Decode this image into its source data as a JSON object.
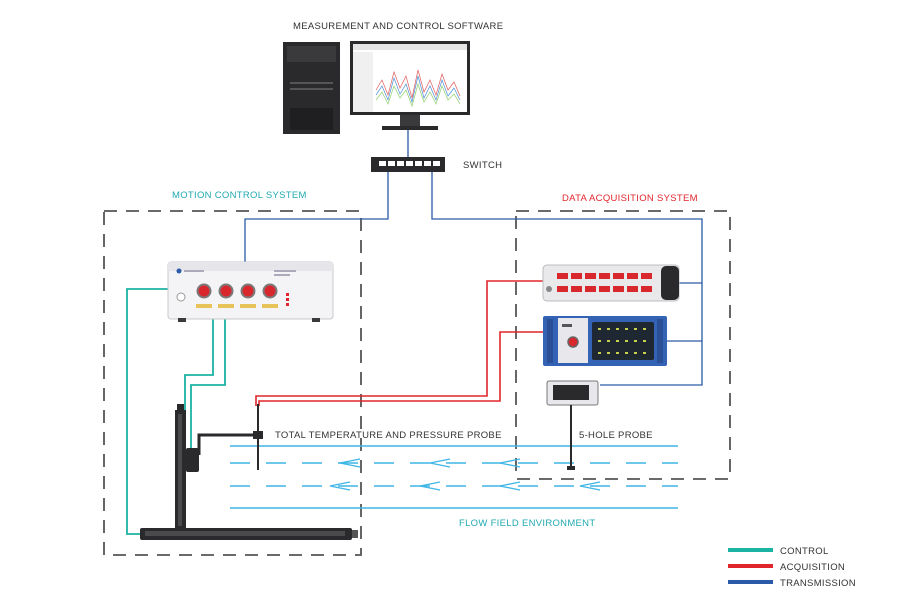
{
  "labels": {
    "software": "MEASUREMENT AND CONTROL SOFTWARE",
    "switch": "SWITCH",
    "motion_system": "MOTION CONTROL SYSTEM",
    "daq_system": "DATA ACQUISITION SYSTEM",
    "probe_ttp": "TOTAL TEMPERATURE AND PRESSURE PROBE",
    "probe_5hole": "5-HOLE PROBE",
    "flow_field": "FLOW FIELD ENVIRONMENT"
  },
  "legend": {
    "control": "CONTROL",
    "acquisition": "ACQUISITION",
    "transmission": "TRANSMISSION"
  },
  "colors": {
    "control": "#1bb3a3",
    "acquisition": "#e0262c",
    "transmission": "#2a5aa8",
    "flow": "#3fb6e6",
    "motion_title": "#20aab0",
    "daq_title": "#e0262c",
    "dashed_box": "#555555"
  }
}
